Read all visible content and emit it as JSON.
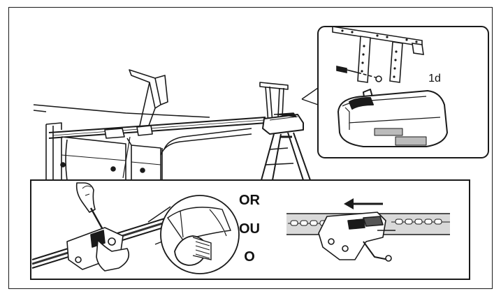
{
  "figure": {
    "callout_label": "1d",
    "or_words": [
      "OR",
      "OU",
      "O"
    ]
  }
}
